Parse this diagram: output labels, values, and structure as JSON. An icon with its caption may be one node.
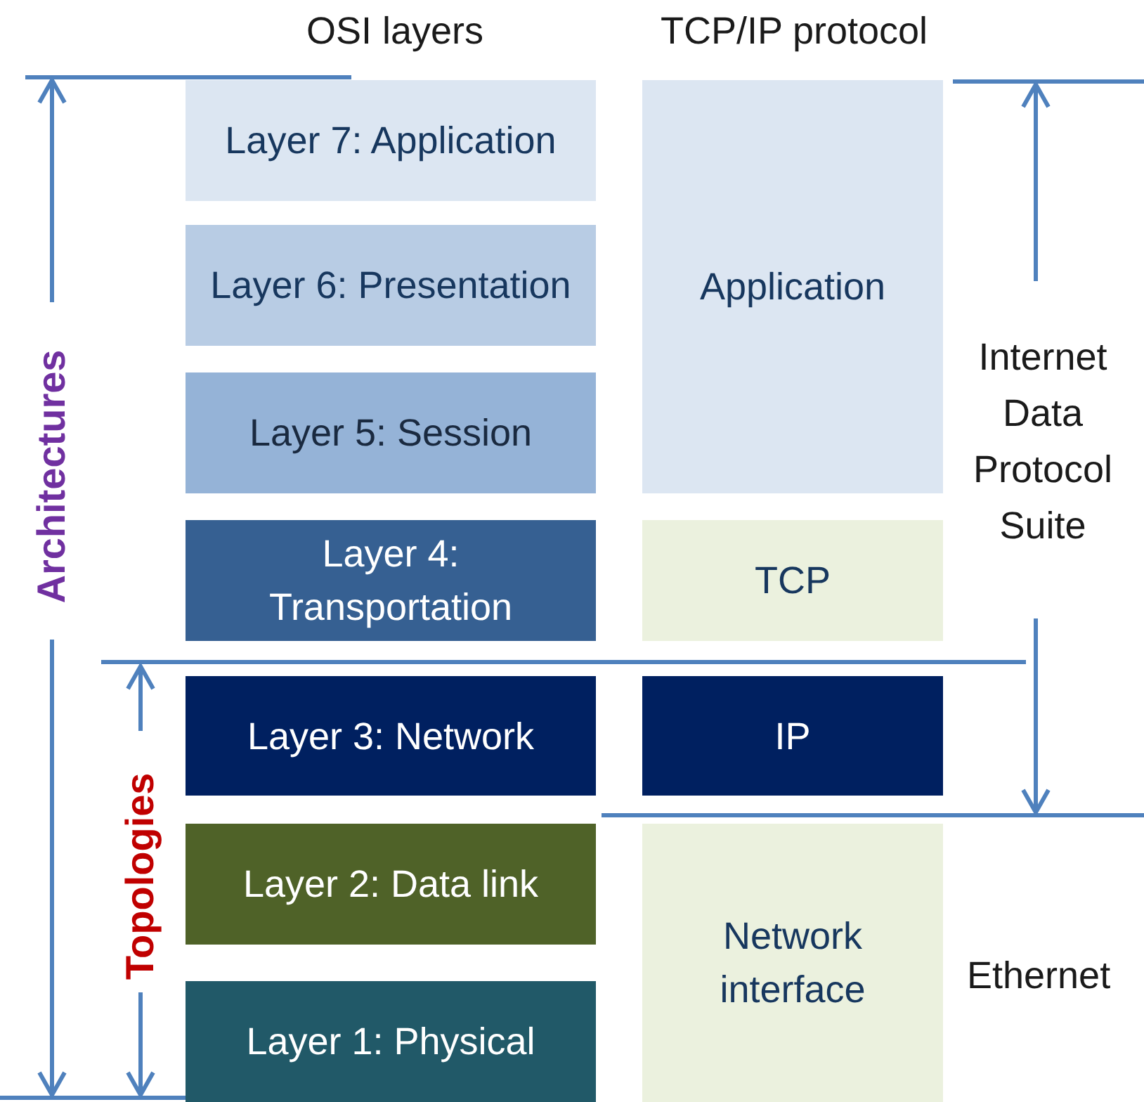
{
  "diagram": {
    "nodes": [
      {
        "text": [
          "Layer 7: Application"
        ]
      },
      {
        "text": [
          "Layer 6: Presentation"
        ]
      },
      {
        "text": [
          "Layer 5: Session"
        ]
      },
      {
        "text": [
          "Layer 4: Transportation"
        ]
      },
      {
        "text": [
          "Layer 3: Network"
        ]
      },
      {
        "text": [
          "Layer 2: Data link"
        ]
      },
      {
        "text": [
          "Layer 1: Physical"
        ]
      },
      {
        "text": [
          "Application"
        ]
      },
      {
        "text": [
          "TCP"
        ]
      },
      {
        "text": [
          "IP"
        ]
      },
      {
        "text": [
          "Network interface"
        ]
      }
    ],
    "edges": [],
    "labels": [
      "OSI layers",
      "TCP/IP protocol",
      "Architectures",
      "Topologies",
      "Internet Data Protocol Suite",
      "Ethernet"
    ]
  }
}
